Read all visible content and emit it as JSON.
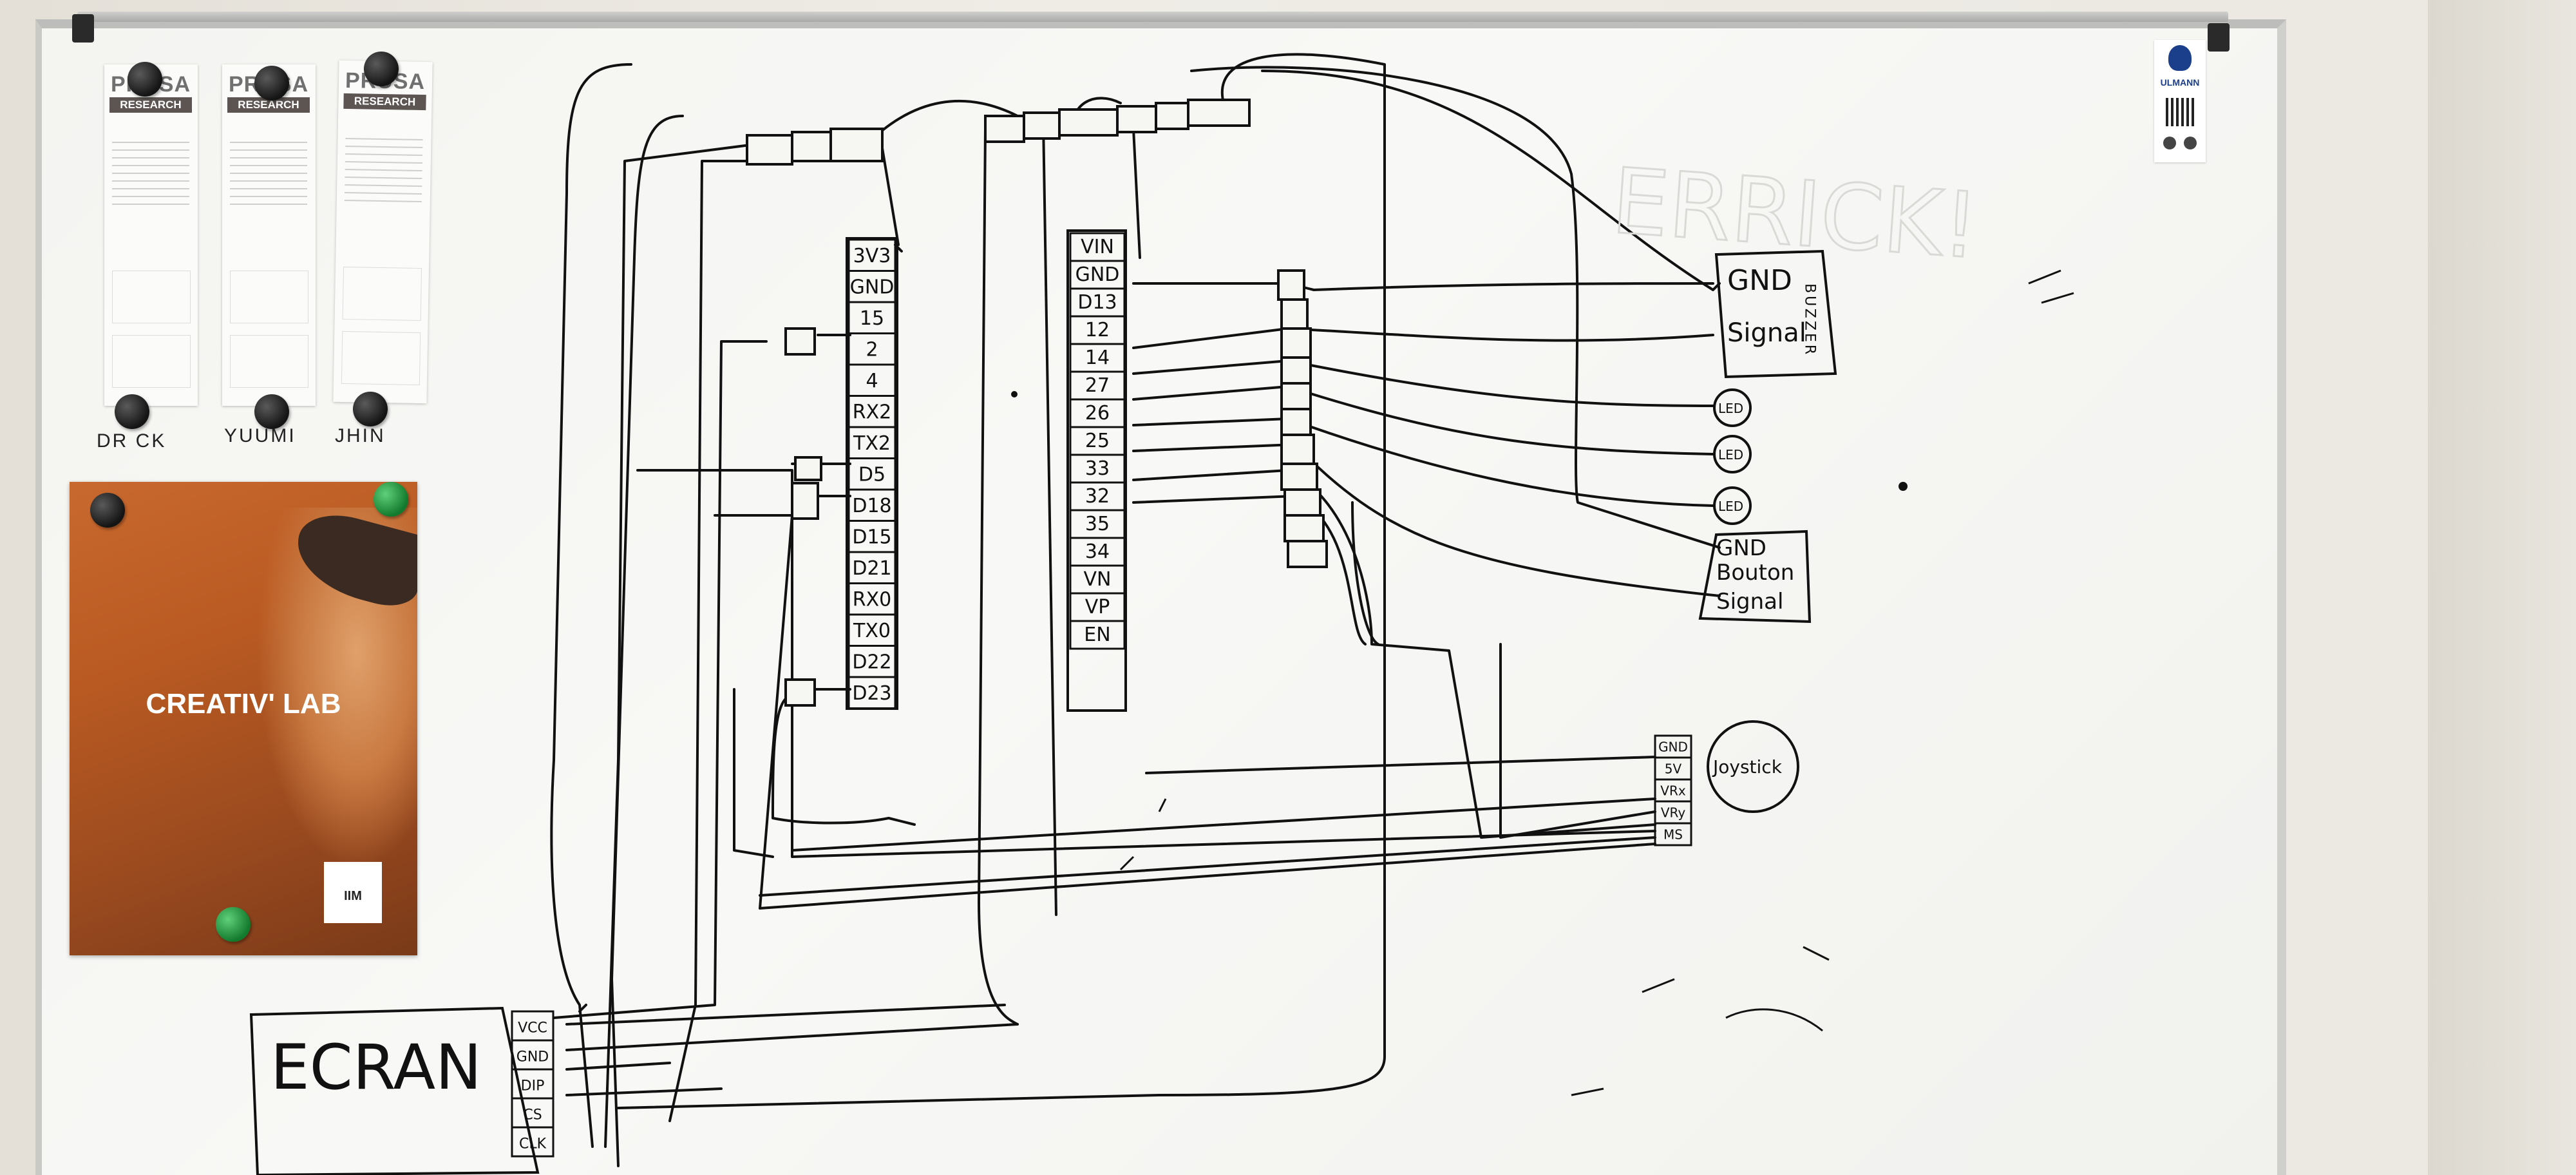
{
  "scene": "whiteboard wiring sketch",
  "receipts": [
    {
      "brand_line1": "PRUSA",
      "brand_line2": "RESEARCH"
    },
    {
      "brand_line1": "PRUSA",
      "brand_line2": "RESEARCH"
    },
    {
      "brand_line1": "PRUSA",
      "brand_line2": "RESEARCH"
    }
  ],
  "names": [
    "DR CK",
    "YUUMI",
    "JHIN"
  ],
  "poster": {
    "title": "CREATIV' LAB",
    "logo": "IIM"
  },
  "sticker": {
    "brand": "ULMANN"
  },
  "esp32": {
    "left_pins": [
      "3V3",
      "GND",
      "15",
      "2",
      "4",
      "RX2",
      "TX2",
      "D5",
      "D18",
      "D15",
      "D21",
      "RX0",
      "TX0",
      "D22",
      "D23"
    ],
    "right_pins": [
      "VIN",
      "GND",
      "D13",
      "12",
      "14",
      "27",
      "26",
      "25",
      "33",
      "32",
      "35",
      "34",
      "VN",
      "VP",
      "EN"
    ]
  },
  "buzzer": {
    "pins": [
      "GND",
      "Signal"
    ],
    "label": "BUZZER"
  },
  "leds": [
    "LED",
    "LED",
    "LED"
  ],
  "button": {
    "pins": [
      "GND",
      "Bouton",
      "Signal"
    ]
  },
  "joystick": {
    "label": "Joystick",
    "pins": [
      "GND",
      "5V",
      "VRx",
      "VRy",
      "MS"
    ]
  },
  "screen": {
    "label": "ECRAN",
    "pins": [
      "VCC",
      "GND",
      "DIP",
      "CS",
      "CLK"
    ]
  },
  "faint_word": "ERRICK!",
  "colors": {
    "ink": "#111111",
    "board": "#f6f6f3",
    "poster": "#b95a22",
    "magnet_green": "#1e9a3c"
  }
}
